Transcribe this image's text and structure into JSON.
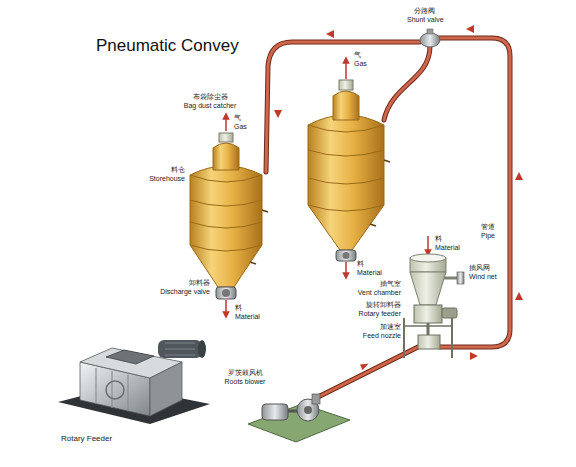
{
  "diagram": {
    "title": "Pneumatic Convey",
    "labels": [
      "分路阀",
      "Shunt valve",
      "气",
      "Gas",
      "布袋除尘器",
      "Bag dust catcher",
      "气",
      "Gas",
      "料仓",
      "Storehouse",
      "卸料器",
      "Discharge valve",
      "料",
      "Material",
      "料",
      "Material",
      "料",
      "Material",
      "抽风网",
      "Wind net",
      "抽气室",
      "Vent chamber",
      "旋转卸料器",
      "Rotary feeder",
      "加速室",
      "Feed nozzle",
      "管道",
      "Pipe",
      "罗茨鼓风机",
      "Roots blower",
      "Rotary Feeder"
    ]
  }
}
